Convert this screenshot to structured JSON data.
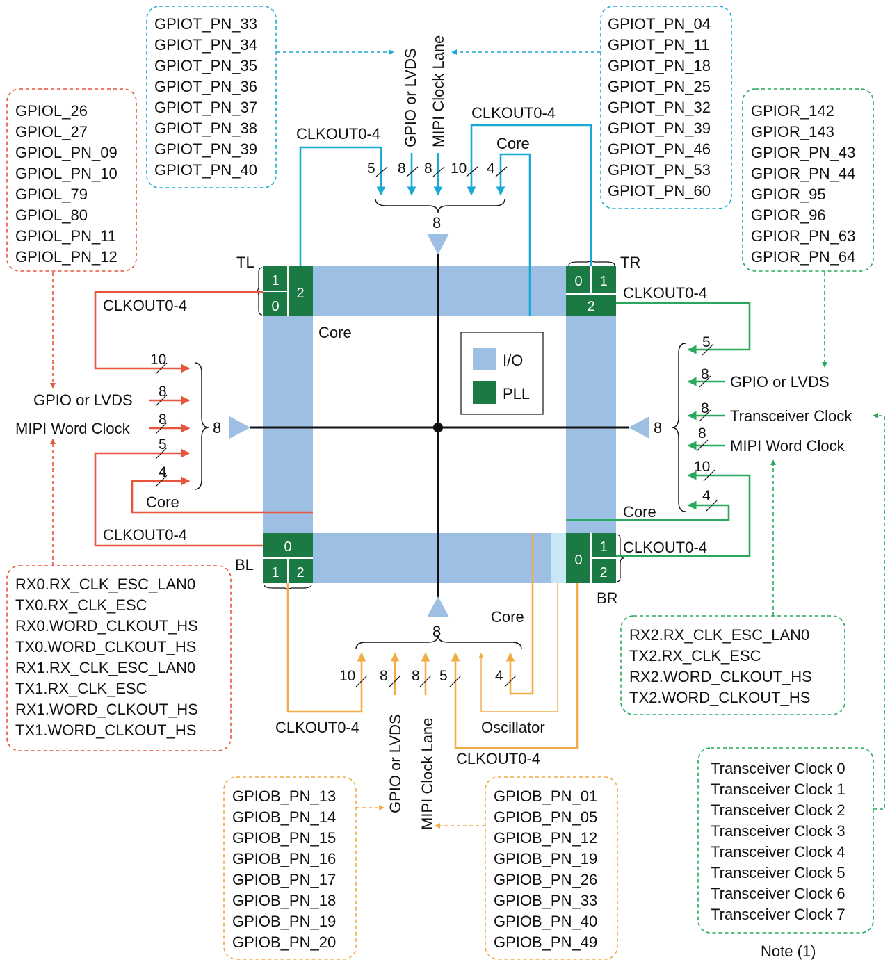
{
  "colors": {
    "io": "#9dbfe3",
    "pll": "#1b7a44",
    "top": "#1aa9d6",
    "left": "#e8553a",
    "right": "#27a85a",
    "bottom": "#f2ac45",
    "wire": "#111111"
  },
  "legend": {
    "io_label": "I/O",
    "pll_label": "PLL"
  },
  "corners": {
    "tl": {
      "label": "TL",
      "cells": [
        "1",
        "0",
        "2"
      ]
    },
    "tr": {
      "label": "TR",
      "cells": [
        "0",
        "1",
        "2"
      ]
    },
    "bl": {
      "label": "BL",
      "cells": [
        "0",
        "1",
        "2"
      ]
    },
    "br": {
      "label": "BR",
      "cells": [
        "0",
        "1",
        "2"
      ]
    }
  },
  "core_label": "Core",
  "top": {
    "pins_left": [
      "GPIOT_PN_33",
      "GPIOT_PN_34",
      "GPIOT_PN_35",
      "GPIOT_PN_36",
      "GPIOT_PN_37",
      "GPIOT_PN_38",
      "GPIOT_PN_39",
      "GPIOT_PN_40"
    ],
    "pins_right": [
      "GPIOT_PN_04",
      "GPIOT_PN_11",
      "GPIOT_PN_18",
      "GPIOT_PN_25",
      "GPIOT_PN_32",
      "GPIOT_PN_39",
      "GPIOT_PN_46",
      "GPIOT_PN_53",
      "GPIOT_PN_60"
    ],
    "gpio_label": "GPIO or LVDS",
    "mipi_label": "MIPI Clock Lane",
    "clkout_left": "CLKOUT0-4",
    "clkout_right": "CLKOUT0-4",
    "core": "Core",
    "widths": [
      "5",
      "8",
      "8",
      "10",
      "4"
    ],
    "mux": "8"
  },
  "left": {
    "pins": [
      "GPIOL_26",
      "GPIOL_27",
      "GPIOL_PN_09",
      "GPIOL_PN_10",
      "GPIOL_79",
      "GPIOL_80",
      "GPIOL_PN_11",
      "GPIOL_PN_12"
    ],
    "mipi": [
      "RX0.RX_CLK_ESC_LAN0",
      "TX0.RX_CLK_ESC",
      "RX0.WORD_CLKOUT_HS",
      "TX0.WORD_CLKOUT_HS",
      "RX1.RX_CLK_ESC_LAN0",
      "TX1.RX_CLK_ESC",
      "RX1.WORD_CLKOUT_HS",
      "TX1.WORD_CLKOUT_HS"
    ],
    "gpio_label": "GPIO or LVDS",
    "mipi_label": "MIPI Word Clock",
    "clkout_top": "CLKOUT0-4",
    "clkout_bottom": "CLKOUT0-4",
    "core": "Core",
    "widths": [
      "10",
      "8",
      "8",
      "5",
      "4"
    ],
    "mux": "8"
  },
  "right": {
    "pins": [
      "GPIOR_142",
      "GPIOR_143",
      "GPIOR_PN_43",
      "GPIOR_PN_44",
      "GPIOR_95",
      "GPIOR_96",
      "GPIOR_PN_63",
      "GPIOR_PN_64"
    ],
    "mipi": [
      "RX2.RX_CLK_ESC_LAN0",
      "TX2.RX_CLK_ESC",
      "RX2.WORD_CLKOUT_HS",
      "TX2.WORD_CLKOUT_HS"
    ],
    "transceivers": [
      "Transceiver Clock 0",
      "Transceiver Clock 1",
      "Transceiver Clock 2",
      "Transceiver Clock 3",
      "Transceiver Clock 4",
      "Transceiver Clock 5",
      "Transceiver Clock 6",
      "Transceiver Clock 7"
    ],
    "note": "Note (1)",
    "gpio_label": "GPIO or LVDS",
    "xcvr_label": "Transceiver Clock",
    "mipi_label": "MIPI Word Clock",
    "clkout_top": "CLKOUT0-4",
    "clkout_bottom": "CLKOUT0-4",
    "core": "Core",
    "widths": [
      "5",
      "8",
      "8",
      "8",
      "10",
      "4"
    ],
    "mux": "8"
  },
  "bottom": {
    "pins_left": [
      "GPIOB_PN_13",
      "GPIOB_PN_14",
      "GPIOB_PN_15",
      "GPIOB_PN_16",
      "GPIOB_PN_17",
      "GPIOB_PN_18",
      "GPIOB_PN_19",
      "GPIOB_PN_20"
    ],
    "pins_right": [
      "GPIOB_PN_01",
      "GPIOB_PN_05",
      "GPIOB_PN_12",
      "GPIOB_PN_19",
      "GPIOB_PN_26",
      "GPIOB_PN_33",
      "GPIOB_PN_40",
      "GPIOB_PN_49"
    ],
    "gpio_label": "GPIO or LVDS",
    "mipi_label": "MIPI Clock Lane",
    "clkout_left": "CLKOUT0-4",
    "clkout_right": "CLKOUT0-4",
    "core": "Core",
    "oscillator": "Oscillator",
    "widths": [
      "10",
      "8",
      "8",
      "5",
      "4"
    ],
    "mux": "8"
  }
}
